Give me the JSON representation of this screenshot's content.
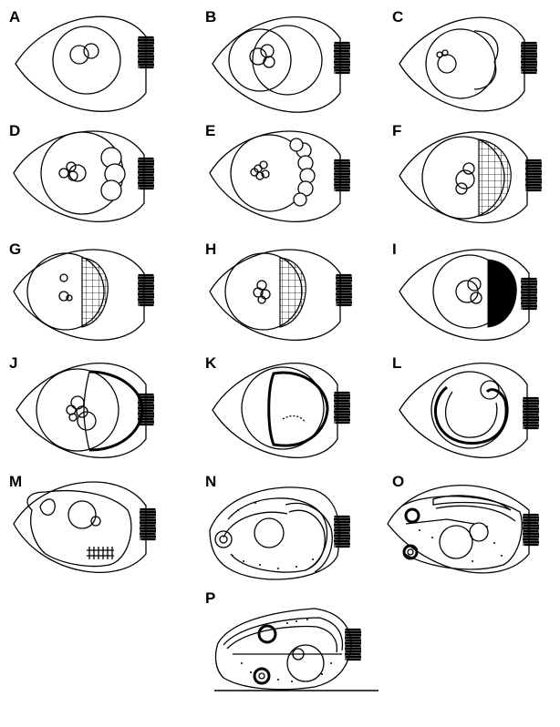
{
  "panels": [
    {
      "id": "A",
      "label": "A"
    },
    {
      "id": "B",
      "label": "B"
    },
    {
      "id": "C",
      "label": "C"
    },
    {
      "id": "D",
      "label": "D"
    },
    {
      "id": "E",
      "label": "E"
    },
    {
      "id": "F",
      "label": "F"
    },
    {
      "id": "G",
      "label": "G"
    },
    {
      "id": "H",
      "label": "H"
    },
    {
      "id": "I",
      "label": "I"
    },
    {
      "id": "J",
      "label": "J"
    },
    {
      "id": "K",
      "label": "K"
    },
    {
      "id": "L",
      "label": "L"
    },
    {
      "id": "M",
      "label": "M"
    },
    {
      "id": "N",
      "label": "N"
    },
    {
      "id": "O",
      "label": "O"
    },
    {
      "id": "P",
      "label": "P"
    }
  ]
}
